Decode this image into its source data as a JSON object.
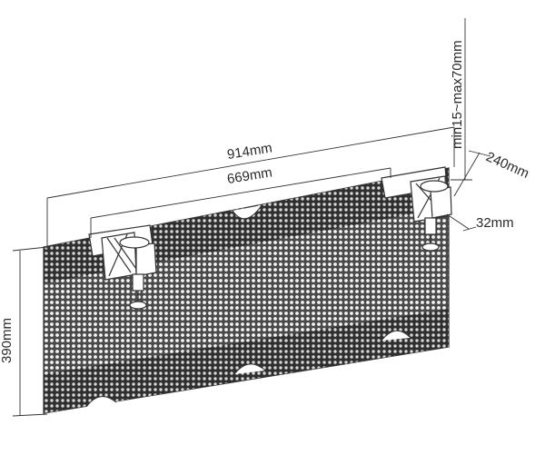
{
  "dimensions": {
    "overall_length": "914mm",
    "bracket_spacing": "669mm",
    "height": "390mm",
    "clamp_range": "min15~max70mm",
    "mount_depth": "240mm",
    "bracket_thickness": "32mm"
  },
  "colors": {
    "line": "#333333",
    "panel_fill": "#4a4a4a",
    "panel_band": "#2f2f2f",
    "hole": "#f4f4f4",
    "bracket_fill": "#ffffff"
  }
}
